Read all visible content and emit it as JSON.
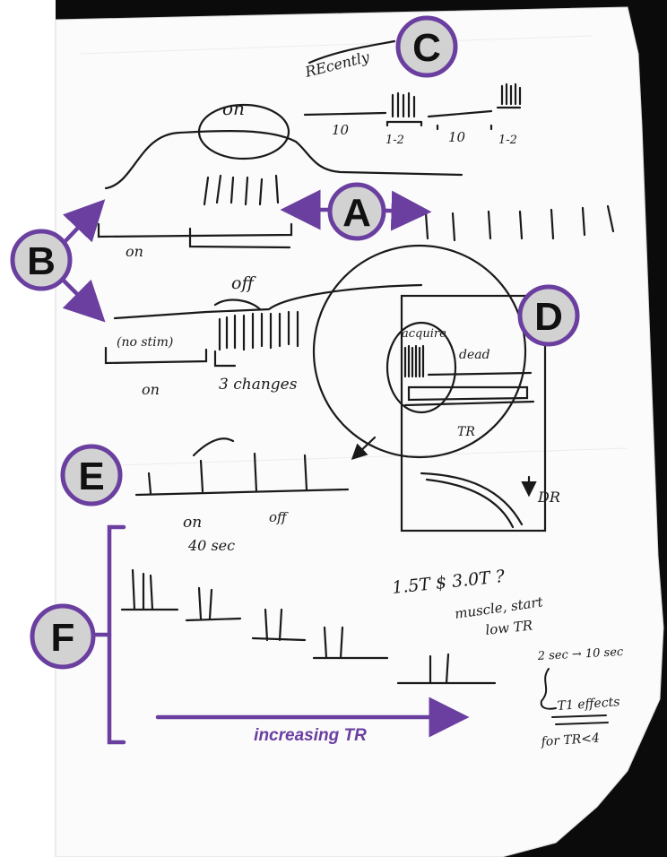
{
  "callouts": {
    "a": "A",
    "b": "B",
    "c": "C",
    "d": "D",
    "e": "E",
    "f": "F"
  },
  "caption": "increasing TR",
  "notes": {
    "c_scrawl": "REcently",
    "on_top": "on",
    "one_two_a": "1-2",
    "one_two_b": "1-2",
    "ten_a": "10",
    "ten_b": "10",
    "on_left": "on",
    "off": "off",
    "no_stim": "(no stim)",
    "on_mid": "on",
    "three_changes": "3 changes",
    "acquire": "acquire",
    "dead": "dead",
    "tr": "TR",
    "dr": "DR",
    "on_e": "on",
    "off_e": "off",
    "forty_sec": "40 sec",
    "field_q": "1.5T $ 3.0T ?",
    "muscle_start": "muscle, start",
    "low_tr": "low TR",
    "two_ten": "2 sec → 10 sec",
    "t1_effects": "T1 effects",
    "for_tr": "for TR<4"
  },
  "colors": {
    "accent": "#6a3fa0",
    "ink": "#1a1a1a",
    "paper": "#ffffff",
    "frame": "#0b0b0b",
    "badge": "#d2d2d2"
  }
}
